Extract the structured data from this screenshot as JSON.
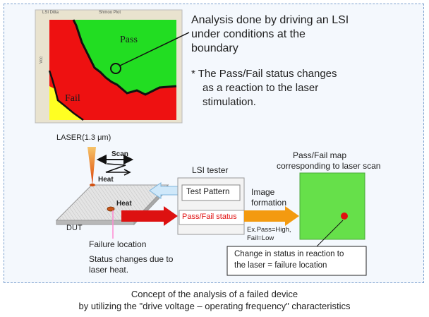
{
  "shmoo": {
    "header": "LSI Ditta",
    "header_center": "Shmoo Plot",
    "ylabel": "Vcc",
    "pass_label": "Pass",
    "fail_label": "Fail"
  },
  "annotation": {
    "line1": "Analysis done by driving an LSI",
    "line2": "under conditions at the",
    "line3": "boundary",
    "note1": "* The Pass/Fail status changes",
    "note2": "as a reaction to the laser",
    "note3": "stimulation."
  },
  "laser": {
    "label": "LASER(1.3 μm)",
    "scan": "Scan",
    "heat_top": "Heat",
    "heat_mid": "Heat"
  },
  "dut": {
    "label": "DUT",
    "failure_location": "Failure location",
    "status_change_1": "Status changes due to",
    "status_change_2": "laser heat."
  },
  "tester": {
    "label": "LSI tester",
    "test_pattern": "Test Pattern",
    "status": "Pass/Fail status",
    "image_formation_1": "Image",
    "image_formation_2": "formation",
    "example_1": "Ex.Pass=High,",
    "example_2": "Fail=Low"
  },
  "map": {
    "title_1": "Pass/Fail map",
    "title_2": "corresponding to laser scan",
    "callout_1": "Change in status in reaction to",
    "callout_2": "the laser = failure location"
  },
  "caption": {
    "line1": "Concept of the analysis of a failed device",
    "line2": "by utilizing the \"drive voltage – operating frequency\" characteristics"
  },
  "colors": {
    "pass": "#22dd22",
    "fail": "#ee1111",
    "marginal": "#ffff22",
    "frame_border": "#7da2cf",
    "arrow_red": "#dd1111",
    "arrow_orange": "#f39a10",
    "arrow_blue": "#cfe8fa",
    "map_green": "#66e04a"
  }
}
